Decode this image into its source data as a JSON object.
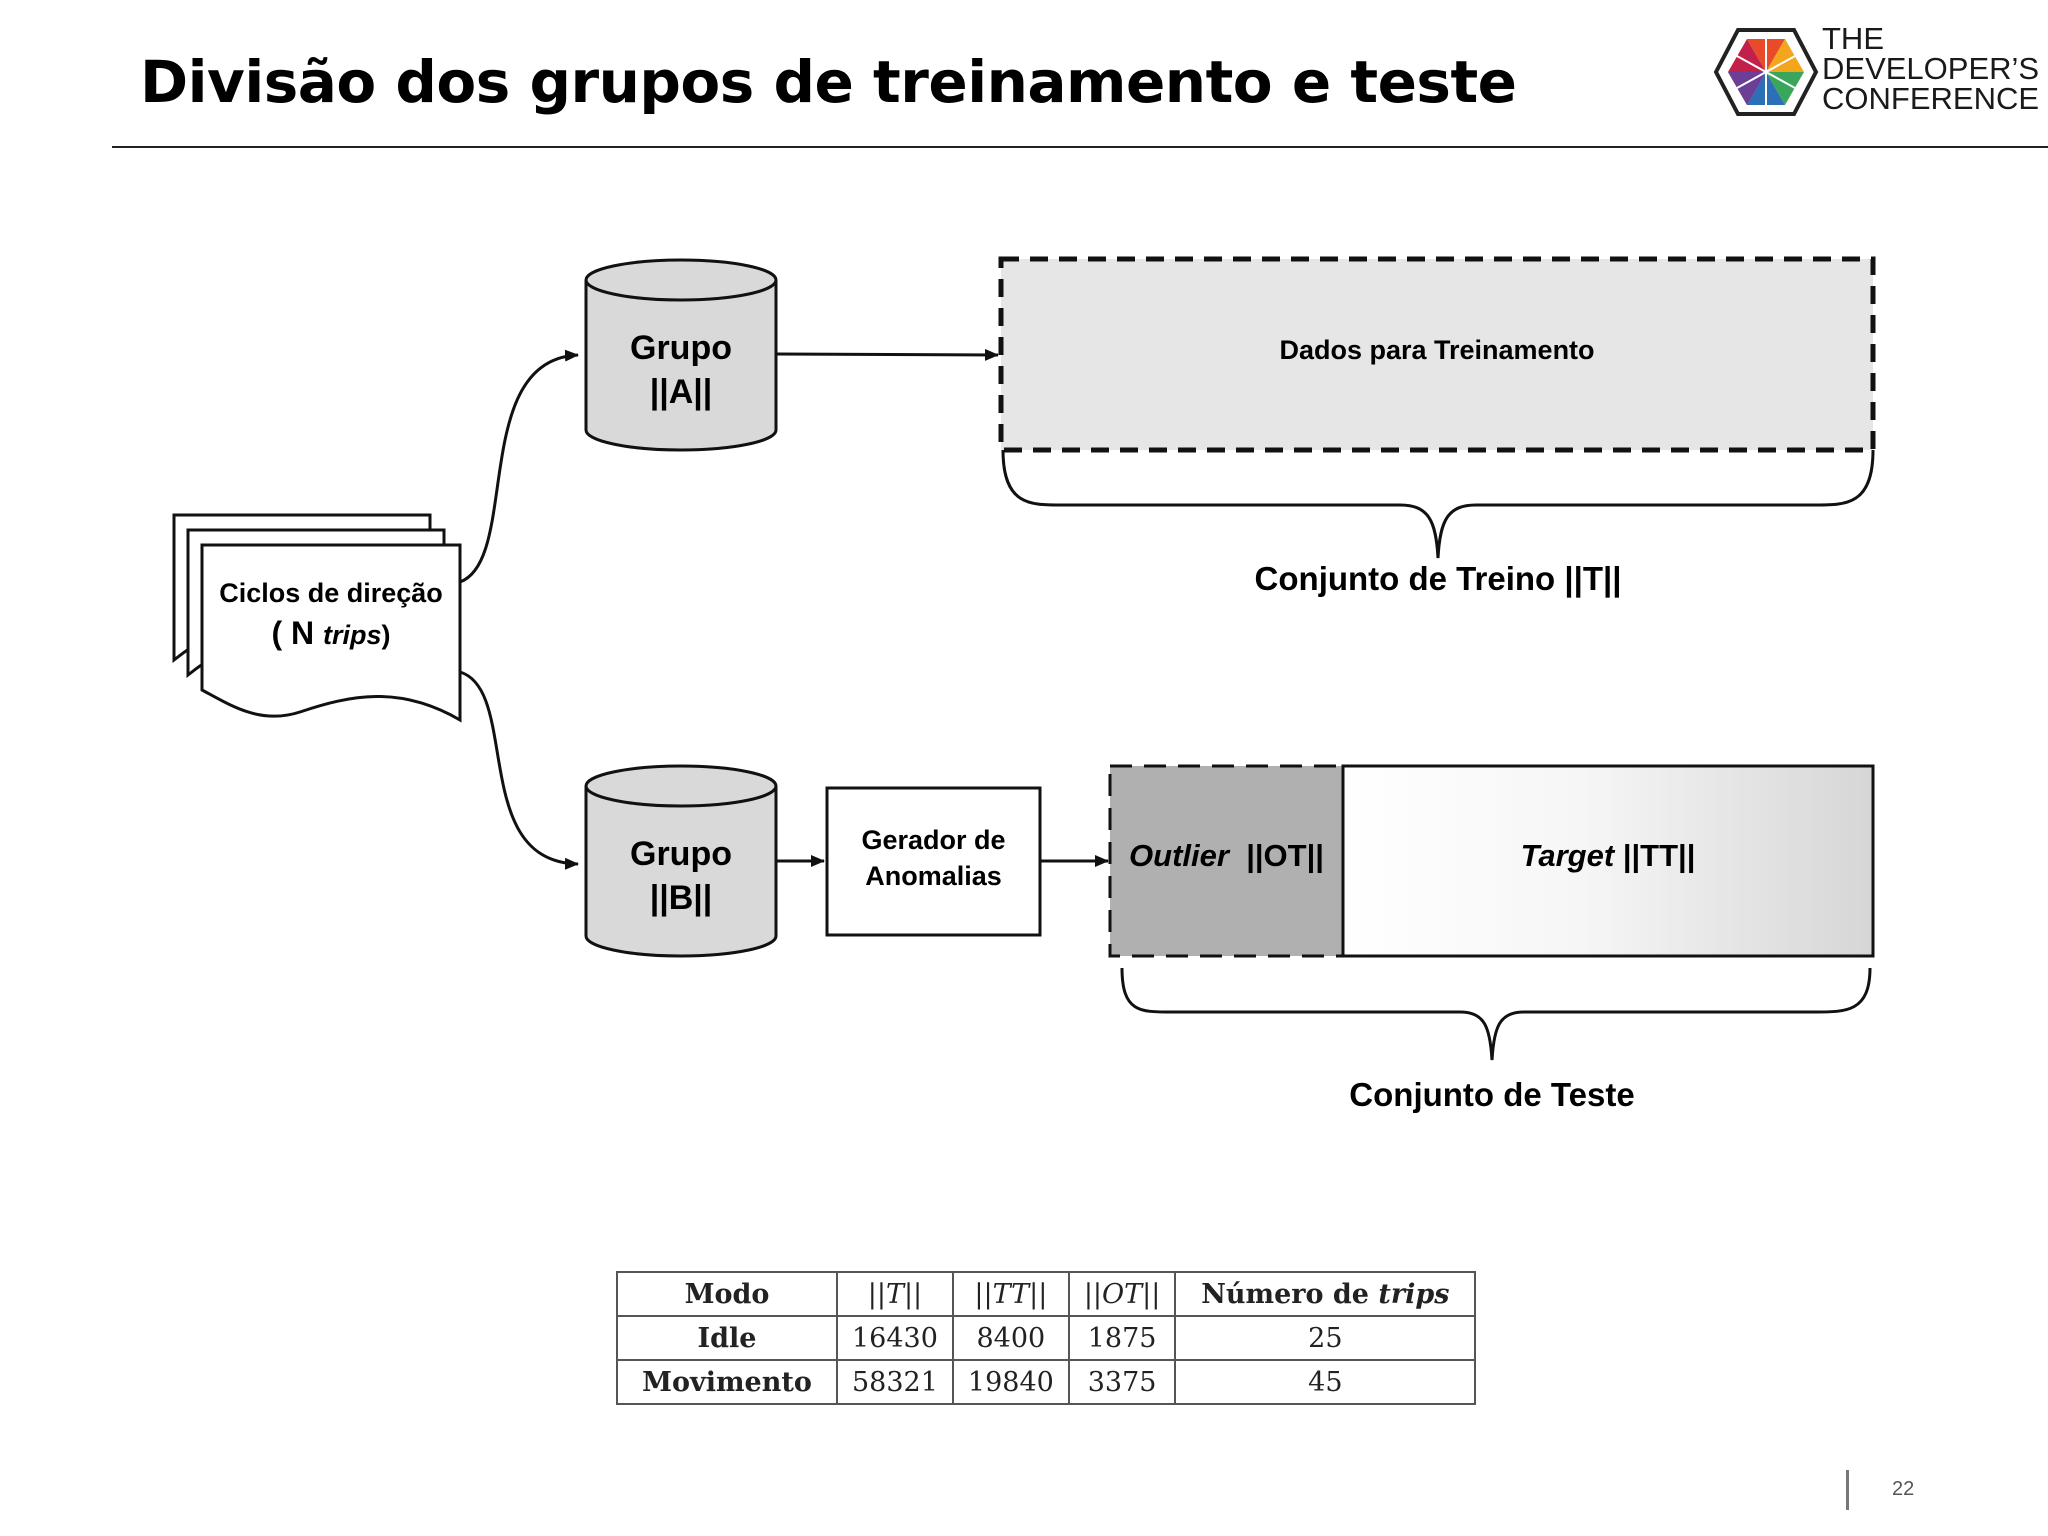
{
  "slide": {
    "title": "Divisão dos grupos de treinamento e teste",
    "page_number": "22"
  },
  "logo": {
    "line1": "THE",
    "line2": "DEVELOPER’S",
    "line3": "CONFERENCE"
  },
  "diagram": {
    "source": {
      "line1": "Ciclos de direção",
      "line2_prefix": "( N ",
      "line2_italic": "trips",
      "line2_suffix": ")"
    },
    "group_a": {
      "line1": "Grupo",
      "line2": "||A||"
    },
    "group_b": {
      "line1": "Grupo",
      "line2": "||B||"
    },
    "anomaly_generator": {
      "line1": "Gerador de",
      "line2": "Anomalias"
    },
    "training_box": "Dados para Treinamento",
    "training_set": "Conjunto de Treino ||T||",
    "outlier": {
      "italic": "Outlier",
      "rest": "||OT||"
    },
    "target": {
      "italic": "Target",
      "rest": "||TT||"
    },
    "test_set": "Conjunto de Teste"
  },
  "table": {
    "headers": {
      "mode": "Modo",
      "t": "||T||",
      "tt": "||TT||",
      "ot": "||OT||",
      "trips_prefix": "Número de ",
      "trips_italic": "trips"
    },
    "rows": [
      {
        "mode": "Idle",
        "t": "16430",
        "tt": "8400",
        "ot": "1875",
        "trips": "25"
      },
      {
        "mode": "Movimento",
        "t": "58321",
        "tt": "19840",
        "ot": "3375",
        "trips": "45"
      }
    ]
  }
}
